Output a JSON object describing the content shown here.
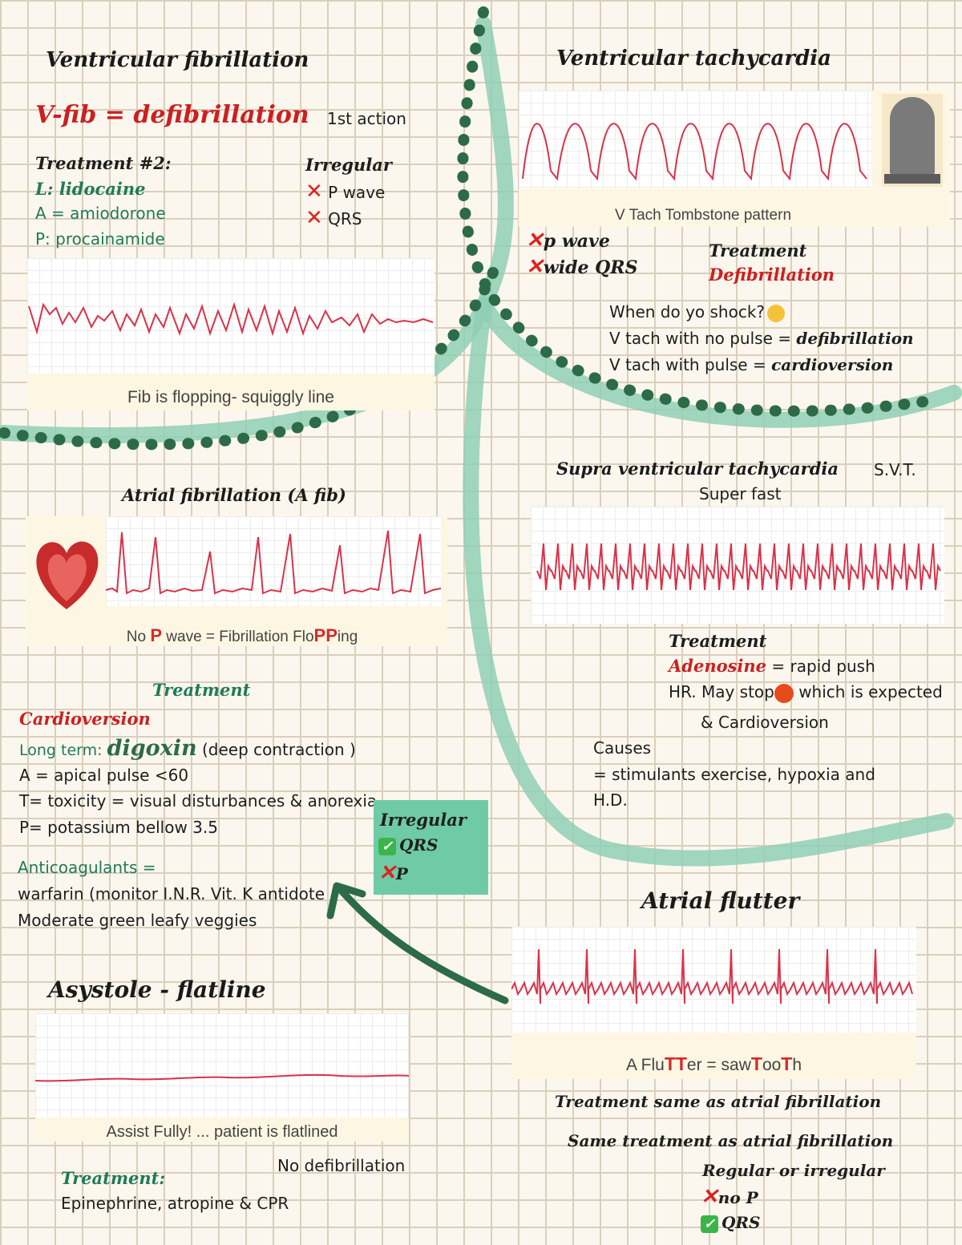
{
  "vfib": {
    "title": "Ventricular fibrillation",
    "tagline": "V-fib = defibrillation",
    "first_action": "1st action",
    "treatment2_label": "Treatment #2:",
    "drug_l": "L: lidocaine",
    "drug_a": "A = amiodorone",
    "drug_p": "P: procainamide",
    "irregular": "Irregular",
    "no_p": "P wave",
    "no_qrs": "QRS",
    "caption": "Fib is flopping- squiggly line"
  },
  "vtach": {
    "title": "Ventricular tachycardia",
    "caption": "V Tach Tombstone pattern",
    "no_p": "p wave",
    "no_qrs": "wide QRS",
    "treatment_label": "Treatment",
    "treatment": "Defibrillation",
    "when_shock": "When do yo shock?",
    "line1_prefix": "V tach with no pulse = ",
    "line1_strong": "defibrillation",
    "line2_prefix": "V tach with pulse = ",
    "line2_strong": "cardioversion"
  },
  "afib": {
    "title": "Atrial fibrillation (A fib)",
    "caption_1": "No ",
    "caption_p": "P",
    "caption_2": " wave = Fibrillation Flo",
    "caption_pp": "PP",
    "caption_3": "ing",
    "treatment_label": "Treatment",
    "cardioversion": "Cardioversion",
    "long_term_label": "Long term: ",
    "digoxin": "digoxin",
    "digoxin_note": " (deep contraction )",
    "a_line": "A = apical pulse <60",
    "t_line": "T= toxicity = visual disturbances & anorexia",
    "p_line": "P= potassium bellow 3.5",
    "anticoag": "Anticoagulants =",
    "warfarin": "warfarin (monitor I.N.R. Vit. K antidote",
    "veggies": "Moderate green leafy veggies"
  },
  "afib_box": {
    "title": "Irregular",
    "qrs": "QRS",
    "p": "P"
  },
  "svt": {
    "title": "Supra ventricular tachycardia",
    "abbr": "S.V.T.",
    "subtitle": "Super fast",
    "treatment_label": "Treatment",
    "adenosine": "Adenosine",
    "adenosine_note": " = rapid push",
    "hr_line": "HR. May stop",
    "expected": " which is expected",
    "cardio": "& Cardioversion",
    "causes_label": "Causes",
    "causes_1": "= stimulants exercise, hypoxia and",
    "causes_2": "H.D."
  },
  "flutter": {
    "title": "Atrial flutter",
    "cap_1": "A Flu",
    "cap_tt": "TT",
    "cap_2": "er = saw",
    "cap_t1": "T",
    "cap_3": "oo",
    "cap_t2": "T",
    "cap_4": "h",
    "treat_1": "Treatment same as atrial fibrillation",
    "treat_2": "Same treatment as atrial fibrillation",
    "regular": "Regular or irregular",
    "no_p": "no P",
    "qrs": "QRS"
  },
  "asystole": {
    "title": "Asystole - flatline",
    "caption": "Assist Fully! ... patient is flatlined",
    "no_defib": "No defibrillation",
    "treatment_label": "Treatment:",
    "treatment": "Epinephrine, atropine & CPR"
  },
  "colors": {
    "heading_red": "#cc1f1f",
    "heading_green": "#1f7a58",
    "stroke_teal": "#8fcfb5",
    "dots_green": "#2d6b48",
    "ecg_line": "#d8334a",
    "box_green": "#6ecba6",
    "paper": "#fbf7ee"
  }
}
